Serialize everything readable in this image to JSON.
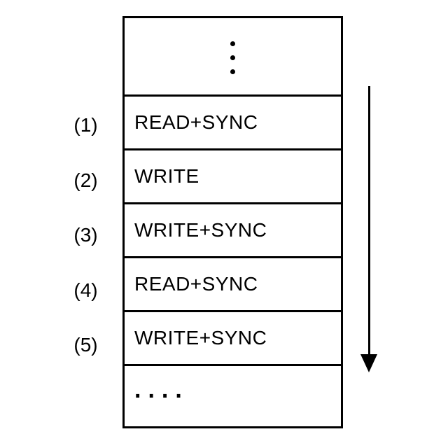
{
  "diagram": {
    "description": "Sequence of storage operations executed in order",
    "rows": [
      {
        "index": "(1)",
        "operation": "READ+SYNC"
      },
      {
        "index": "(2)",
        "operation": "WRITE"
      },
      {
        "index": "(3)",
        "operation": "WRITE+SYNC"
      },
      {
        "index": "(4)",
        "operation": "READ+SYNC"
      },
      {
        "index": "(5)",
        "operation": "WRITE+SYNC"
      }
    ],
    "top_cell": {
      "icon": "vertical-ellipsis",
      "glyph": "⋮"
    },
    "bottom_cell": {
      "text": "...."
    },
    "arrow": {
      "direction": "down",
      "meaning": "execution order"
    },
    "colors": {
      "line": "#000000",
      "background": "#ffffff",
      "text": "#000000"
    }
  }
}
